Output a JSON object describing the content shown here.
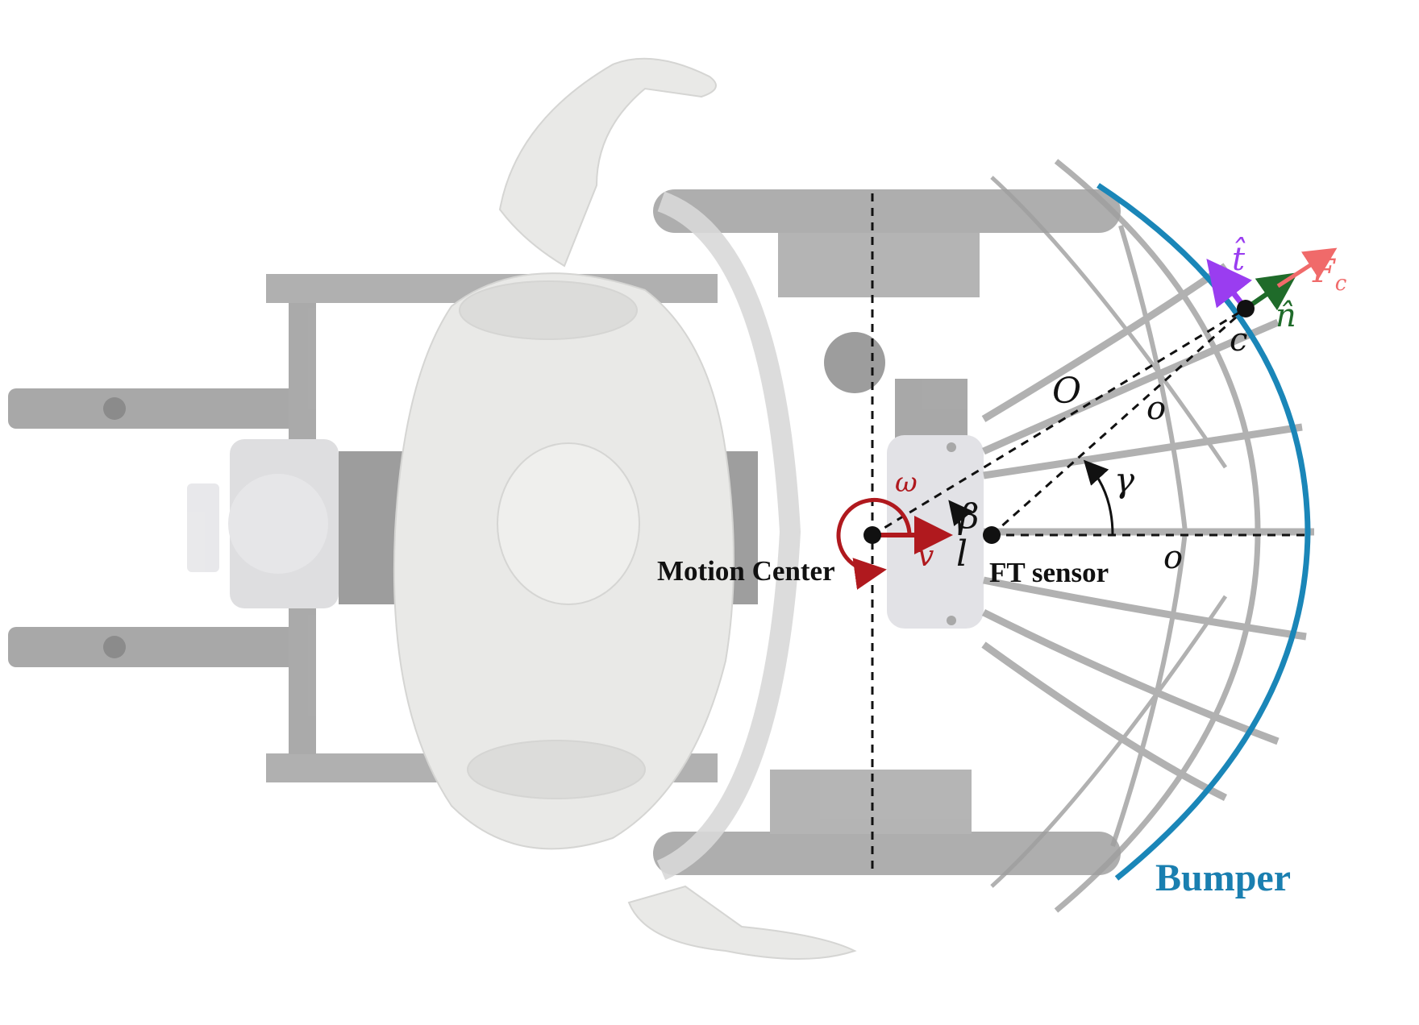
{
  "labels": {
    "motion_center": "Motion Center",
    "ft_sensor": "FT sensor",
    "bumper": "Bumper",
    "omega": "ω",
    "v": "v",
    "beta": "β",
    "gamma": "γ",
    "l": "l",
    "O": "O",
    "o_upper": "o",
    "o_lower": "o",
    "c": "c",
    "t_hat": "t̂",
    "n_hat": "n̂",
    "F": "F",
    "F_sub": "c"
  },
  "colors": {
    "bumper": "#1a86b8",
    "bumper_label": "#1a7fb0",
    "motion": "#b0191e",
    "tangent": "#9a3df0",
    "normal": "#1f6b2a",
    "force": "#f06a6a",
    "robot_gray": "#8f8f8f",
    "robot_light": "#c9c9c9",
    "figure_white": "#e9e9e7"
  }
}
